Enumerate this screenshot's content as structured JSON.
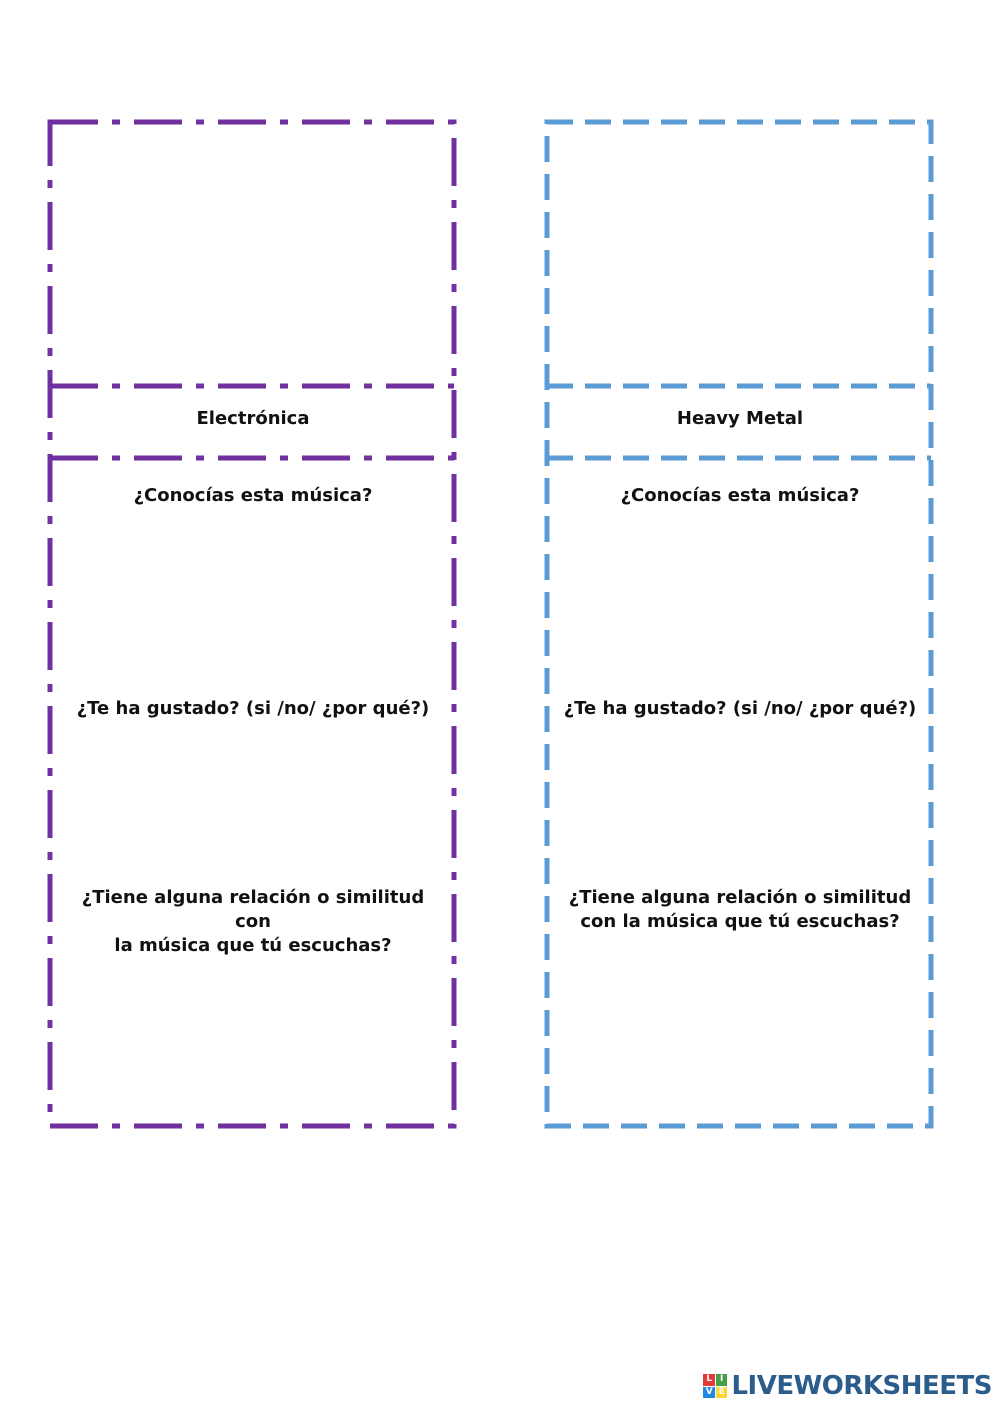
{
  "cards": [
    {
      "genre": "Electrónica",
      "color": "#7030a0",
      "q1": "¿Conocías esta música?",
      "q2": "¿Te ha gustado? (si /no/ ¿por qué?)",
      "q3_line1": "¿Tiene alguna relación o similitud con",
      "q3_line2": "la música que tú escuchas?"
    },
    {
      "genre": "Heavy Metal",
      "color": "#5b9bd5",
      "q1": "¿Conocías esta música?",
      "q2": "¿Te ha gustado? (si /no/ ¿por qué?)",
      "q3_line1": "¿Tiene alguna relación o similitud",
      "q3_line2": "con la música que tú escuchas?"
    }
  ],
  "footer": {
    "brand": "LIVEWORKSHEETS",
    "logo_letters": [
      "L",
      "I",
      "V",
      "E"
    ],
    "logo_colors": [
      "#e53935",
      "#43a047",
      "#1e88e5",
      "#fdd835"
    ]
  }
}
